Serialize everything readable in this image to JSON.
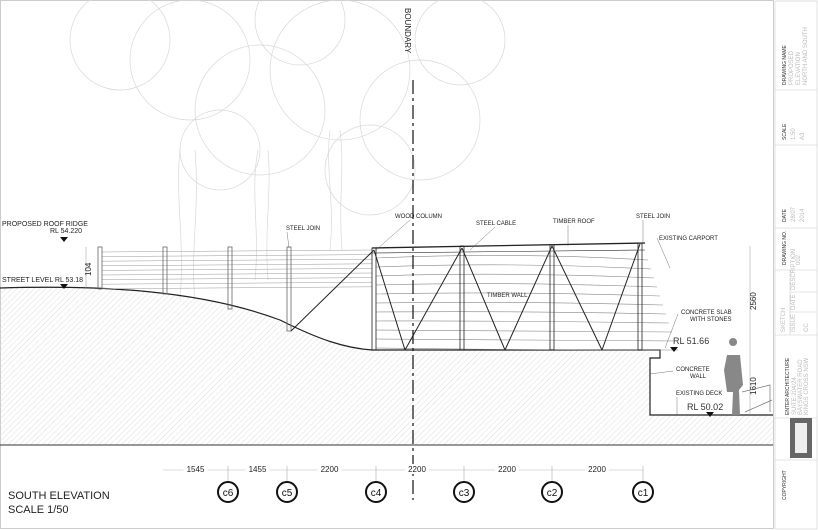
{
  "boundary_label": "BOUNDARY",
  "levels": {
    "roof_ridge_label": "PROPOSED  ROOF RIDGE",
    "roof_ridge_rl": "RL  54.220",
    "street_level": "STREET LEVEL RL 53.18",
    "slab_rl": "RL 51.66",
    "deck_rl": "RL 50.02"
  },
  "annotations": {
    "steel_join_left": "STEEL JOIN",
    "wood_column": "WOOD COLUMN",
    "steel_cable": "STEEL CABLE",
    "timber_roof": "TIMBER ROOF",
    "steel_join_right": "STEEL JOIN",
    "existing_carport": "EXISTING CARPORT",
    "timber_wall": "TIMBER WALL",
    "concrete_slab_1": "CONCRETE SLAB",
    "concrete_slab_2": "WITH STONES",
    "concrete_wall_1": "CONCRETE",
    "concrete_wall_2": "WALL",
    "existing_deck": "EXISTING DECK"
  },
  "vertical_dims": {
    "left": "104",
    "right_upper": "2560",
    "right_lower": "1610"
  },
  "spacing_dims": [
    "1545",
    "1455",
    "2200",
    "2200",
    "2200",
    "2200"
  ],
  "grid_labels": [
    "c6",
    "c5",
    "c4",
    "c3",
    "c2",
    "c1"
  ],
  "drawing_title": "SOUTH ELEVATION",
  "drawing_scale": "SCALE 1/50",
  "title_block": {
    "drawing_name_label": "DRAWING NAME",
    "drawing_name_value_1": "PROPOSED",
    "drawing_name_value_2": "ELEVATION",
    "drawing_name_value_3": "NORTH AND SOUTH",
    "scale_label": "SCALE",
    "scale_value_1": "1:50",
    "scale_value_2": "A3",
    "date_label": "DATE",
    "date_value_1": "28/07",
    "date_value_2": "2014",
    "drawing_no_label": "DRAWING NO.",
    "drawing_no_value": "002",
    "sketch_label": "SKETCH",
    "issue_label": "ISSUE",
    "date_col_label": "DATE",
    "description_label": "DESCRIPTION",
    "issue_value": "CC",
    "firm_name": "ENTER ARCHITECTURE",
    "firm_address_1": "SUITE 204/24",
    "firm_address_2": "BAYSWATER ROAD",
    "firm_address_3": "KINGS CROSS NSW",
    "copyright_label": "COPYRIGHT"
  }
}
